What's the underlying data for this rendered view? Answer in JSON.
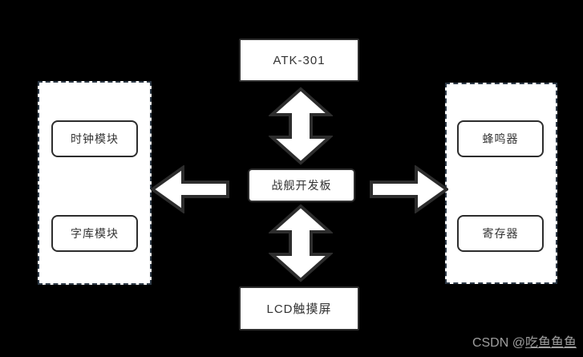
{
  "diagram": {
    "background_color": "#000000",
    "box_fill_color": "#ffffff",
    "box_border_color": "#2d2d2d",
    "group_border_color": "#2e3a47",
    "top_box": {
      "label": "ATK-301"
    },
    "center_box": {
      "label": "战舰开发板"
    },
    "bottom_box": {
      "label": "LCD触摸屏"
    },
    "left_group": {
      "items": [
        {
          "label": "时钟模块"
        },
        {
          "label": "字库模块"
        }
      ]
    },
    "right_group": {
      "items": [
        {
          "label": "蜂鸣器"
        },
        {
          "label": "寄存器"
        }
      ]
    },
    "connections": [
      {
        "from": "战舰开发板",
        "to": "ATK-301",
        "style": "double-headed-vertical-arrow"
      },
      {
        "from": "战舰开发板",
        "to": "LCD触摸屏",
        "style": "double-headed-vertical-arrow"
      },
      {
        "from": "战舰开发板",
        "to": "左侧模块组",
        "style": "left-block-arrow"
      },
      {
        "from": "战舰开发板",
        "to": "右侧模块组",
        "style": "right-block-arrow"
      }
    ]
  },
  "watermark": {
    "prefix": "CSDN @",
    "username": "吃鱼鱼鱼",
    "color": "#9e9e9e"
  }
}
